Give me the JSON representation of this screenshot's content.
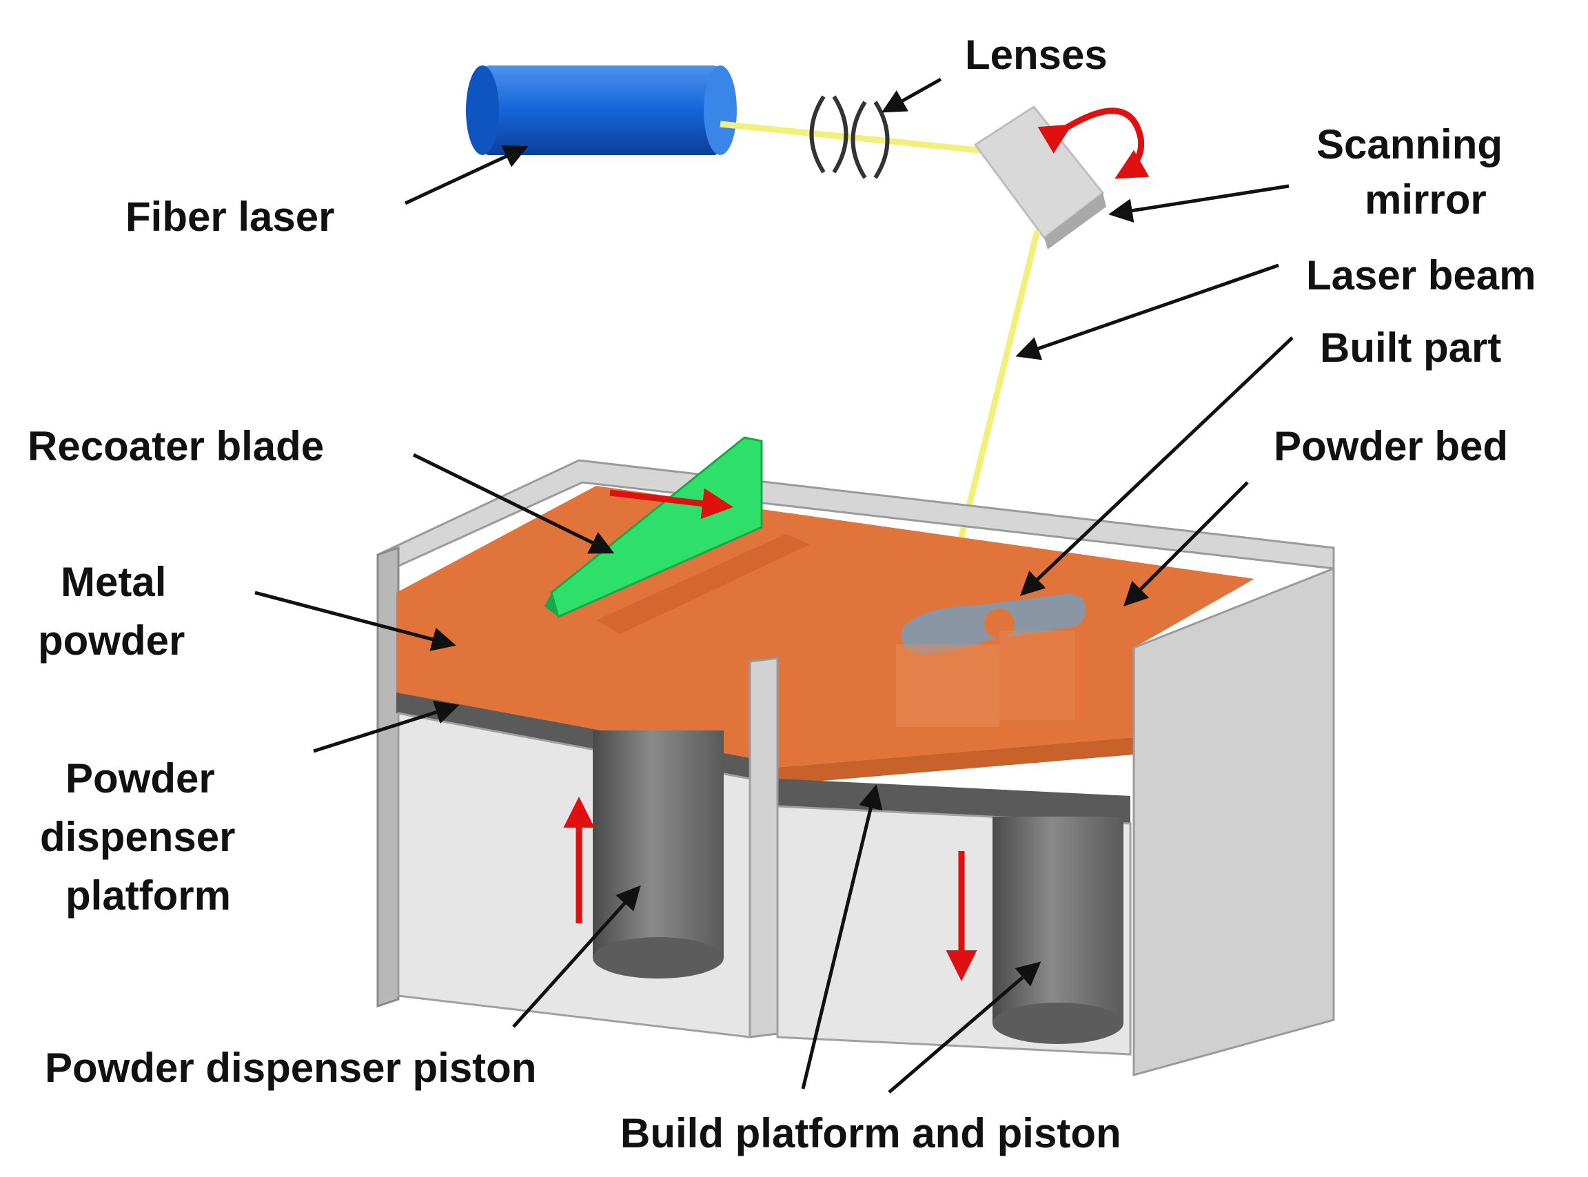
{
  "labels": {
    "lenses": "Lenses",
    "fiber_laser": "Fiber laser",
    "scanning_mirror_1": "Scanning",
    "scanning_mirror_2": "mirror",
    "laser_beam": "Laser beam",
    "built_part": "Built part",
    "recoater_blade": "Recoater blade",
    "powder_bed": "Powder bed",
    "metal_powder_1": "Metal",
    "metal_powder_2": "powder",
    "powder_dispenser_platform_1": "Powder",
    "powder_dispenser_platform_2": "dispenser",
    "powder_dispenser_platform_3": "platform",
    "powder_dispenser_piston": "Powder dispenser piston",
    "build_platform_and_piston": "Build platform and piston"
  },
  "colors": {
    "laser_body": "#1565d8",
    "laser_beam": "#f0f07a",
    "mirror": "#d9d9d9",
    "recoater_blade": "#2ee06a",
    "powder": "#e0743a",
    "wall": "#d0d0d0",
    "piston": "#6e6e6e",
    "platform": "#5a5a5a",
    "motion_arrow": "#e01010"
  }
}
